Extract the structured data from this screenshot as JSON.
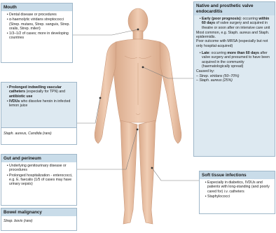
{
  "mouth": {
    "title": "Mouth",
    "items": [
      "Dental disease or procedures",
      "α-haemolytic viridans streptococci (Strep. mutans, Strep. sanguis, Strep. oralis, Strep. mileri)",
      "1/3–1/2 of cases; more in developing countries"
    ]
  },
  "catheters": {
    "item1_bold_a": "Prolonged indwelling vascular catheters",
    "item1_rest": " (especially for TPN) and ",
    "item1_bold_b": "antibiotic use",
    "item2_bold": "IVDUs",
    "item2_rest": " who dissolve heroin in infected lemon juice",
    "footer": "Staph. aureus, Candida (rare)"
  },
  "gut": {
    "title": "Gut and perineum",
    "items": [
      "Underlying genitourinary disease or procedures",
      "Prolonged hospitalization - enterococci, e.g. E. faecalis (1/5 of cases may have urinary sepsis)"
    ]
  },
  "bowel": {
    "title": "Bowel malignancy",
    "text": "Strep. bovis (rare)"
  },
  "endocarditis": {
    "title": "Native and prosthetic valve endocarditis",
    "early_bold": "Early (poor prognosis)",
    "early_a": ": occurring ",
    "early_bold2": "within 60 days",
    "early_b": " of valve surgery and acquired in theatre or soon after on intensive care unit",
    "early_common": "Most common, e.g. Staph. aureus and Staph. epidermidis.",
    "early_mrsa": "Poor outcome with MRSA (especially but not only hospital-acquired)",
    "late_bold": "Late",
    "late_a": ": occurring ",
    "late_bold2": "more than 60 days",
    "late_b": " after valve surgery and presumed to have been acquired in the community (haematologically spread)",
    "caused_by": "Caused by:",
    "cause1": "– Strep. viridans (50–70%)",
    "cause2": "– Staph. aureus (25%)"
  },
  "soft": {
    "title": "Soft tissue infections",
    "items": [
      "Especially in diabetics, IVDUs and patients with long-standing (and poorly cared for) i.v. catheters",
      "Staphylococci"
    ]
  },
  "colors": {
    "header": "#c9dce9",
    "shade": "#dde9f1",
    "border": "#9fb7c9",
    "skin": "#e8c3a8"
  }
}
